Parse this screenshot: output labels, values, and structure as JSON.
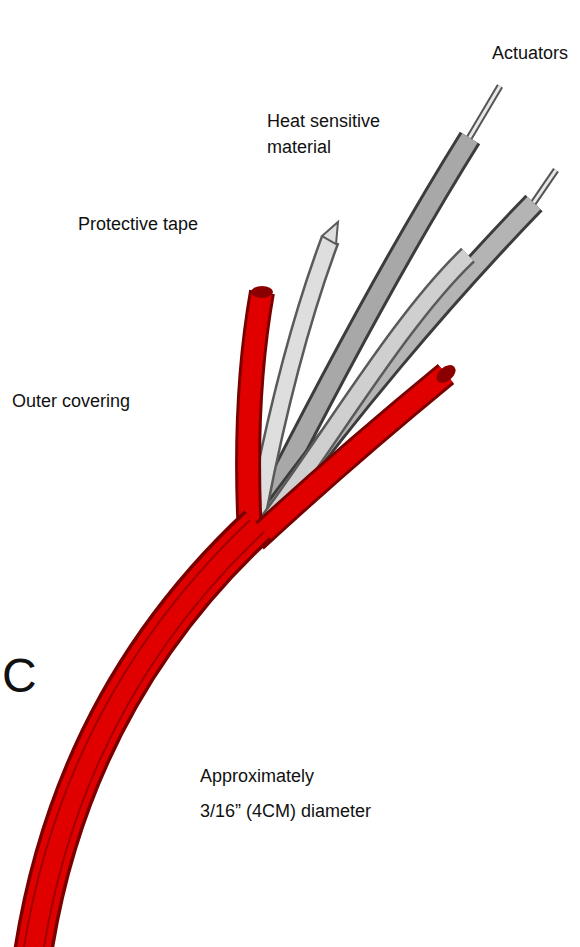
{
  "diagram": {
    "labels": [
      "Actuators",
      "Heat sensitive material",
      "Protective tape",
      "Outer covering",
      "C",
      "Approximately",
      "3/16” (4CM) diameter"
    ]
  }
}
